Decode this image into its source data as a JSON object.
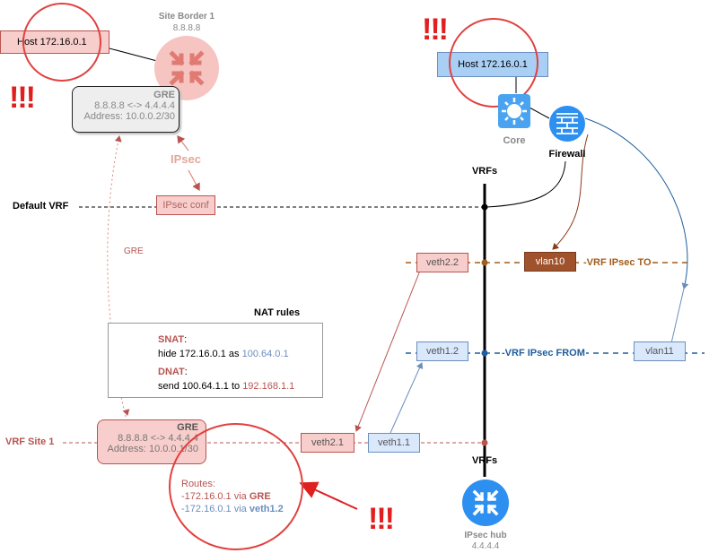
{
  "site_border": {
    "title": "Site Border 1",
    "ip": "8.8.8.8"
  },
  "host_left": "Host 172.16.0.1",
  "host_right": "Host 172.16.0.1",
  "gre_top": {
    "title": "GRE",
    "line1": "8.8.8.8 <-> 4.4.4.4",
    "line2": "Address: 10.0.0.2/30"
  },
  "gre_bottom": {
    "title": "GRE",
    "line1": "8.8.8.8 <-> 4.4.4.4",
    "line2": "Address: 10.0.0.1/30"
  },
  "ipsec_label": "IPsec",
  "ipsec_conf": "IPsec conf",
  "default_vrf": "Default VRF",
  "gre_label": "GRE",
  "nat": {
    "title": "NAT rules",
    "snat_label": "SNAT",
    "snat_colon": ":",
    "snat_text": "hide 172.16.0.1 as ",
    "snat_ip": "100.64.0.1",
    "dnat_label": "DNAT",
    "dnat_colon": ":",
    "dnat_text": "send 100.64.1.1 to ",
    "dnat_ip": "192.168.1.1"
  },
  "vrf_site1": "VRF Site 1",
  "routes": {
    "title": "Routes:",
    "r1_prefix": "-172.16.0.1 via ",
    "r1_via": "GRE",
    "r2_prefix": "-172.16.0.1 via ",
    "r2_via": "veth1.2"
  },
  "core_label": "Core",
  "firewall_label": "Firewall",
  "vrfs_top": "VRFs",
  "vrfs_bottom": "VRFs",
  "veth22": "veth2.2",
  "veth12": "veth1.2",
  "veth21": "veth2.1",
  "veth11": "veth1.1",
  "vlan10": "vlan10",
  "vlan11": "vlan11",
  "vrf_ipsec_to": "-VRF IPsec TO",
  "vrf_ipsec_from": "-VRF IPsec FROM",
  "ipsec_hub": {
    "title": "IPsec hub",
    "ip": "4.4.4.4"
  },
  "excl_marks": [
    "!!!",
    "!!!",
    "!!!"
  ],
  "colors": {
    "red_fill": "#f8cecc",
    "red_stroke": "#b85450",
    "blue_fill": "#dae8fc",
    "blue_stroke": "#6c8ebf",
    "vrf_to": "#a35c1a",
    "vrf_from": "#1f5d9e",
    "alert": "#e01f1f"
  }
}
